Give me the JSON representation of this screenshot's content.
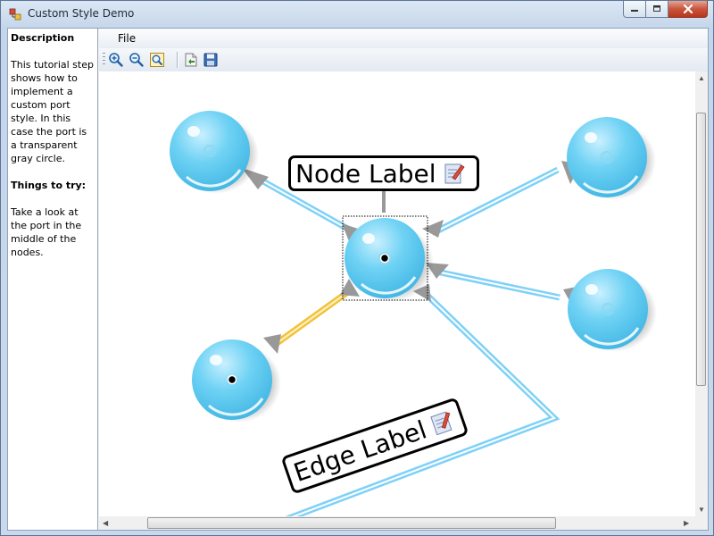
{
  "window": {
    "title": "Custom Style Demo",
    "accent": "#c8553e"
  },
  "description": {
    "heading": "Description",
    "body": "This tutorial step shows how to implement a custom port style. In this case the port is a transparent gray circle.",
    "tries_heading": "Things to try:",
    "tries_body": "Take a look at the port in the middle of the nodes."
  },
  "menu": {
    "items": [
      {
        "label": "File"
      }
    ]
  },
  "toolbar": {
    "buttons": [
      {
        "icon": "zoom-in-icon"
      },
      {
        "icon": "zoom-out-icon"
      },
      {
        "icon": "fit-content-icon"
      },
      {
        "icon": "open-icon"
      },
      {
        "icon": "save-icon"
      }
    ]
  },
  "graph": {
    "node_label": "Node Label",
    "edge_label": "Edge Label",
    "colors": {
      "node": "#5cc8ee",
      "edge": "#7fd1f7",
      "highlighted_edge": "#f2c23a",
      "port": "#999999"
    }
  }
}
